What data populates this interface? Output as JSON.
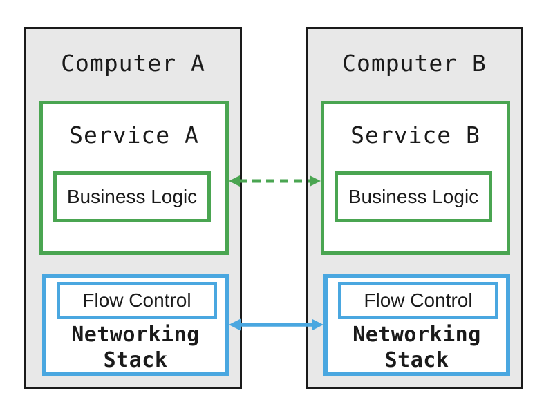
{
  "colors": {
    "green": "#4aa551",
    "blue": "#4aa7e0",
    "computer_bg": "#e8e8e8",
    "ink": "#1a1a1a"
  },
  "computer_a": {
    "title": "Computer A",
    "service_title": "Service A",
    "business_logic_label": "Business Logic",
    "flow_control_label": "Flow Control",
    "networking_title": "Networking Stack"
  },
  "computer_b": {
    "title": "Computer B",
    "service_title": "Service B",
    "business_logic_label": "Business Logic",
    "flow_control_label": "Flow Control",
    "networking_title": "Networking Stack"
  },
  "links": {
    "service_link": {
      "connects": [
        "Service A",
        "Service B"
      ],
      "style": "dashed",
      "color": "#4aa551",
      "bidirectional": true
    },
    "network_link": {
      "connects": [
        "Networking Stack",
        "Networking Stack"
      ],
      "style": "solid",
      "color": "#4aa7e0",
      "bidirectional": true
    }
  }
}
